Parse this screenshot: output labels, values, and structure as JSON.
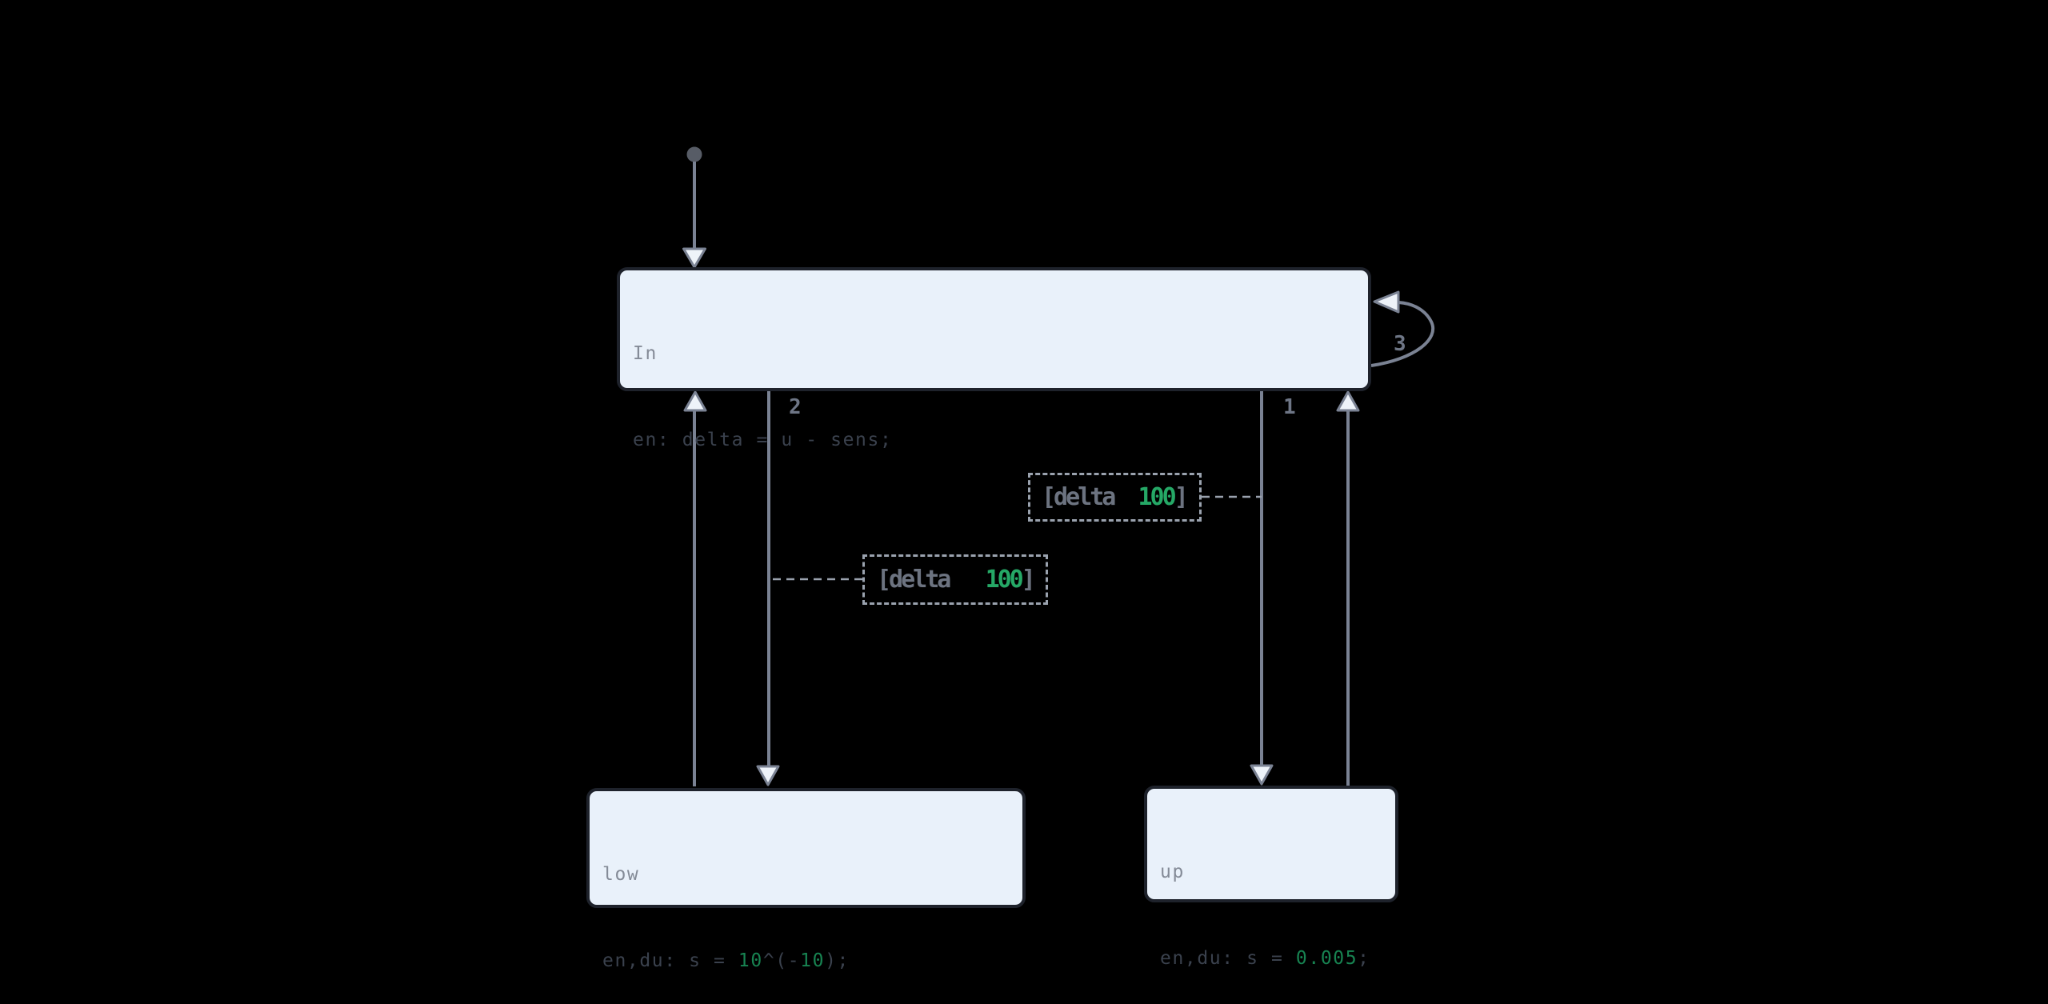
{
  "diagram": {
    "type": "state-machine-chart",
    "background_color": "#000000",
    "state_fill_color": "#e9f1fa",
    "state_border_color": "#1e222b",
    "state_title_color": "#848b97",
    "state_body_color": "#3a414d",
    "number_green_light_bg": "#178351",
    "number_green_dark_bg": "#25a866",
    "transition_line_color": "#7a8293",
    "condition_text_color": "#6c7380",
    "states": {
      "in": {
        "title": "In",
        "body": "en: delta = u - sens;"
      },
      "low": {
        "title": "low",
        "body_prefix": "en,du: s = ",
        "num1": "10",
        "mid": "^(-",
        "num2": "10",
        "suffix": ");"
      },
      "up": {
        "title": "up",
        "body_prefix": "en,du: s = ",
        "value": "0.005",
        "suffix": ";"
      }
    },
    "transition_labels": {
      "t1": "1",
      "t2": "2",
      "t3": "3"
    },
    "conditions": {
      "c1": {
        "prefix": "[delta  ",
        "value": "100",
        "suffix": "]"
      },
      "c2": {
        "prefix": "[delta   ",
        "value": "100",
        "suffix": "]"
      }
    }
  }
}
